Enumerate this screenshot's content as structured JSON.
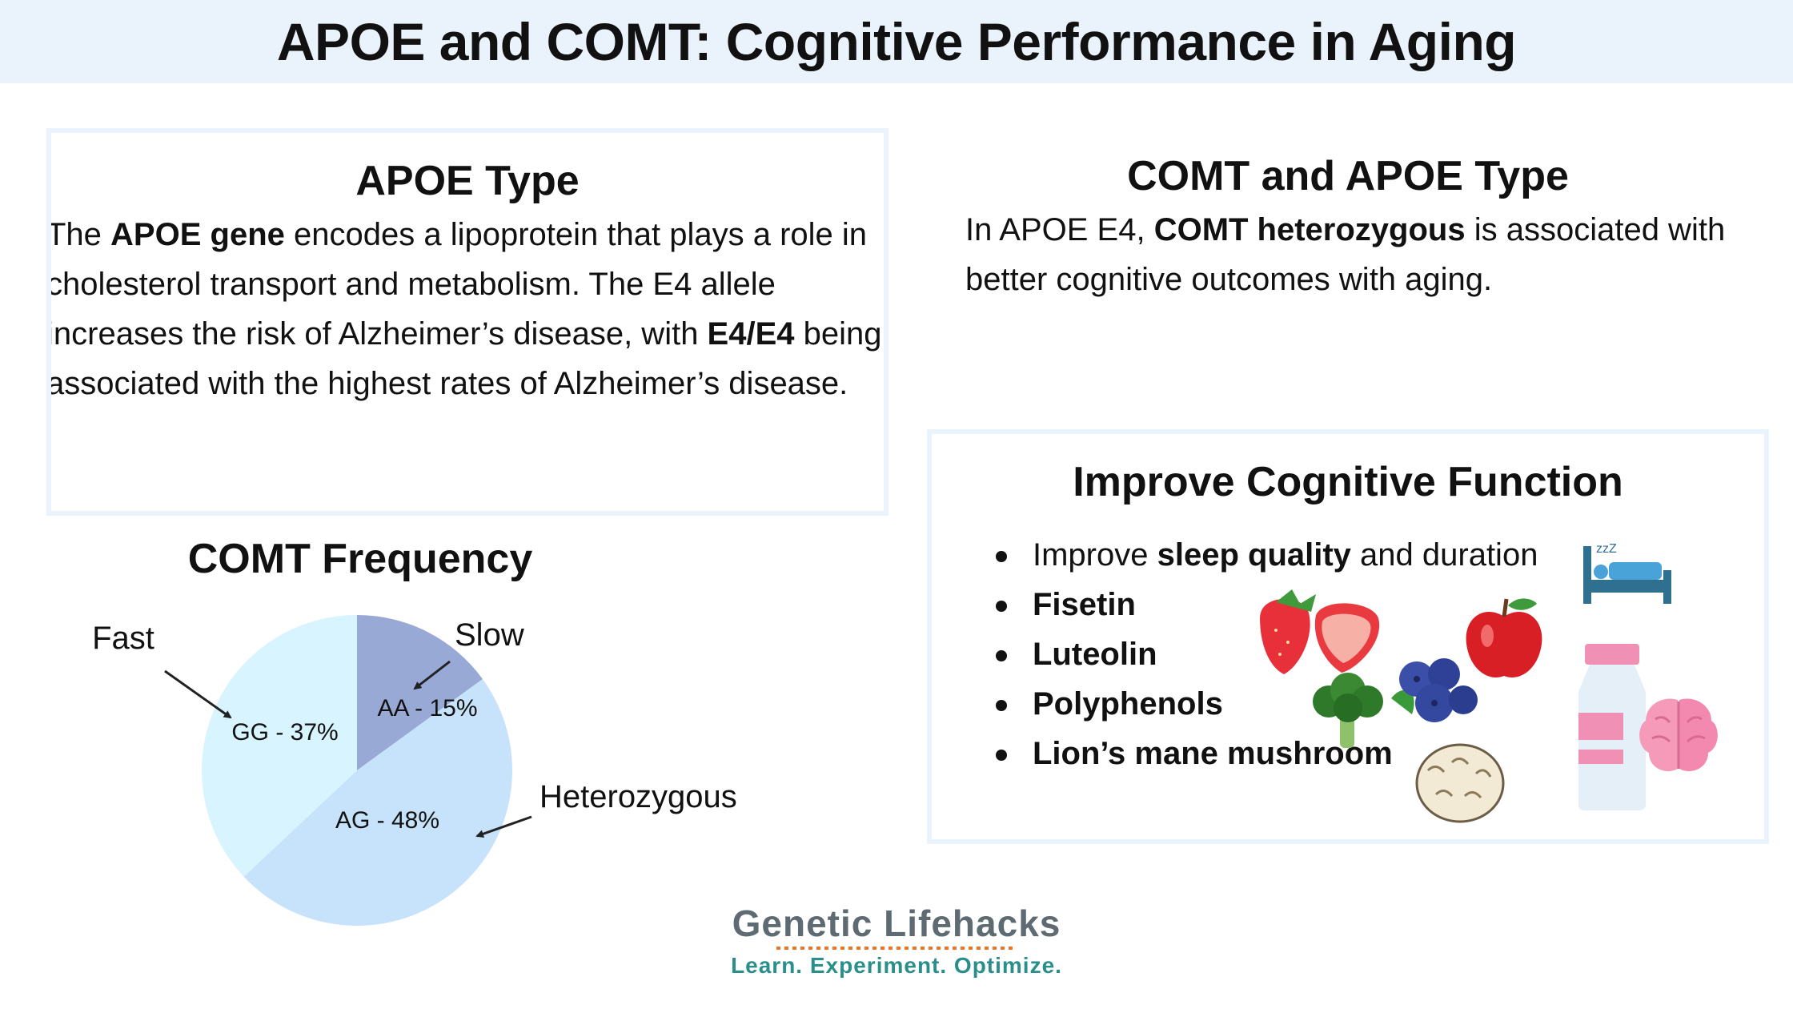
{
  "header": {
    "title": "APOE and COMT: Cognitive Performance in Aging"
  },
  "apoe": {
    "title": "APOE Type",
    "t1": "The ",
    "b1": "APOE gene",
    "t2": " encodes a lipoprotein that plays a role in cholesterol transport and metabolism. The E4 allele increases the risk of Alzheimer’s disease, with ",
    "b2": "E4/E4",
    "t3": " being associated with the highest rates of Alzheimer’s disease."
  },
  "comt_apoe": {
    "title": "COMT and APOE Type",
    "t1": "In APOE E4, ",
    "b1": "COMT heterozygous",
    "t2": " is associated with better cognitive outcomes with aging."
  },
  "comt_frequency": {
    "title": "COMT Frequency"
  },
  "chart_data": {
    "type": "pie",
    "title": "COMT Frequency",
    "slices": [
      {
        "label": "AA - 15%",
        "value": 15,
        "color": "#97a9d4",
        "annotation": "Slow"
      },
      {
        "label": "AG - 48%",
        "value": 48,
        "color": "#c7e3fb",
        "annotation": "Heterozygous"
      },
      {
        "label": "GG - 37%",
        "value": 37,
        "color": "#d8f4fe",
        "annotation": "Fast"
      }
    ],
    "start_angle_deg": 0,
    "direction": "clockwise"
  },
  "improve": {
    "title": "Improve Cognitive Function",
    "items": [
      {
        "pre": "Improve ",
        "bold": "sleep quality",
        "post": " and duration"
      },
      {
        "pre": "",
        "bold": "Fisetin",
        "post": ""
      },
      {
        "pre": "",
        "bold": "Luteolin",
        "post": ""
      },
      {
        "pre": "",
        "bold": "Polyphenols",
        "post": ""
      },
      {
        "pre": "",
        "bold": "Lion’s mane mushroom",
        "post": ""
      }
    ],
    "icons": [
      "bed-sleep-icon",
      "strawberry-icon",
      "apple-icon",
      "blueberry-icon",
      "broccoli-icon",
      "mushroom-icon",
      "supplement-bottle-icon",
      "brain-icon"
    ],
    "sleep_symbol": "zzZ"
  },
  "footer": {
    "brand": "Genetic Lifehacks",
    "tagline": "Learn. Experiment. Optimize."
  }
}
